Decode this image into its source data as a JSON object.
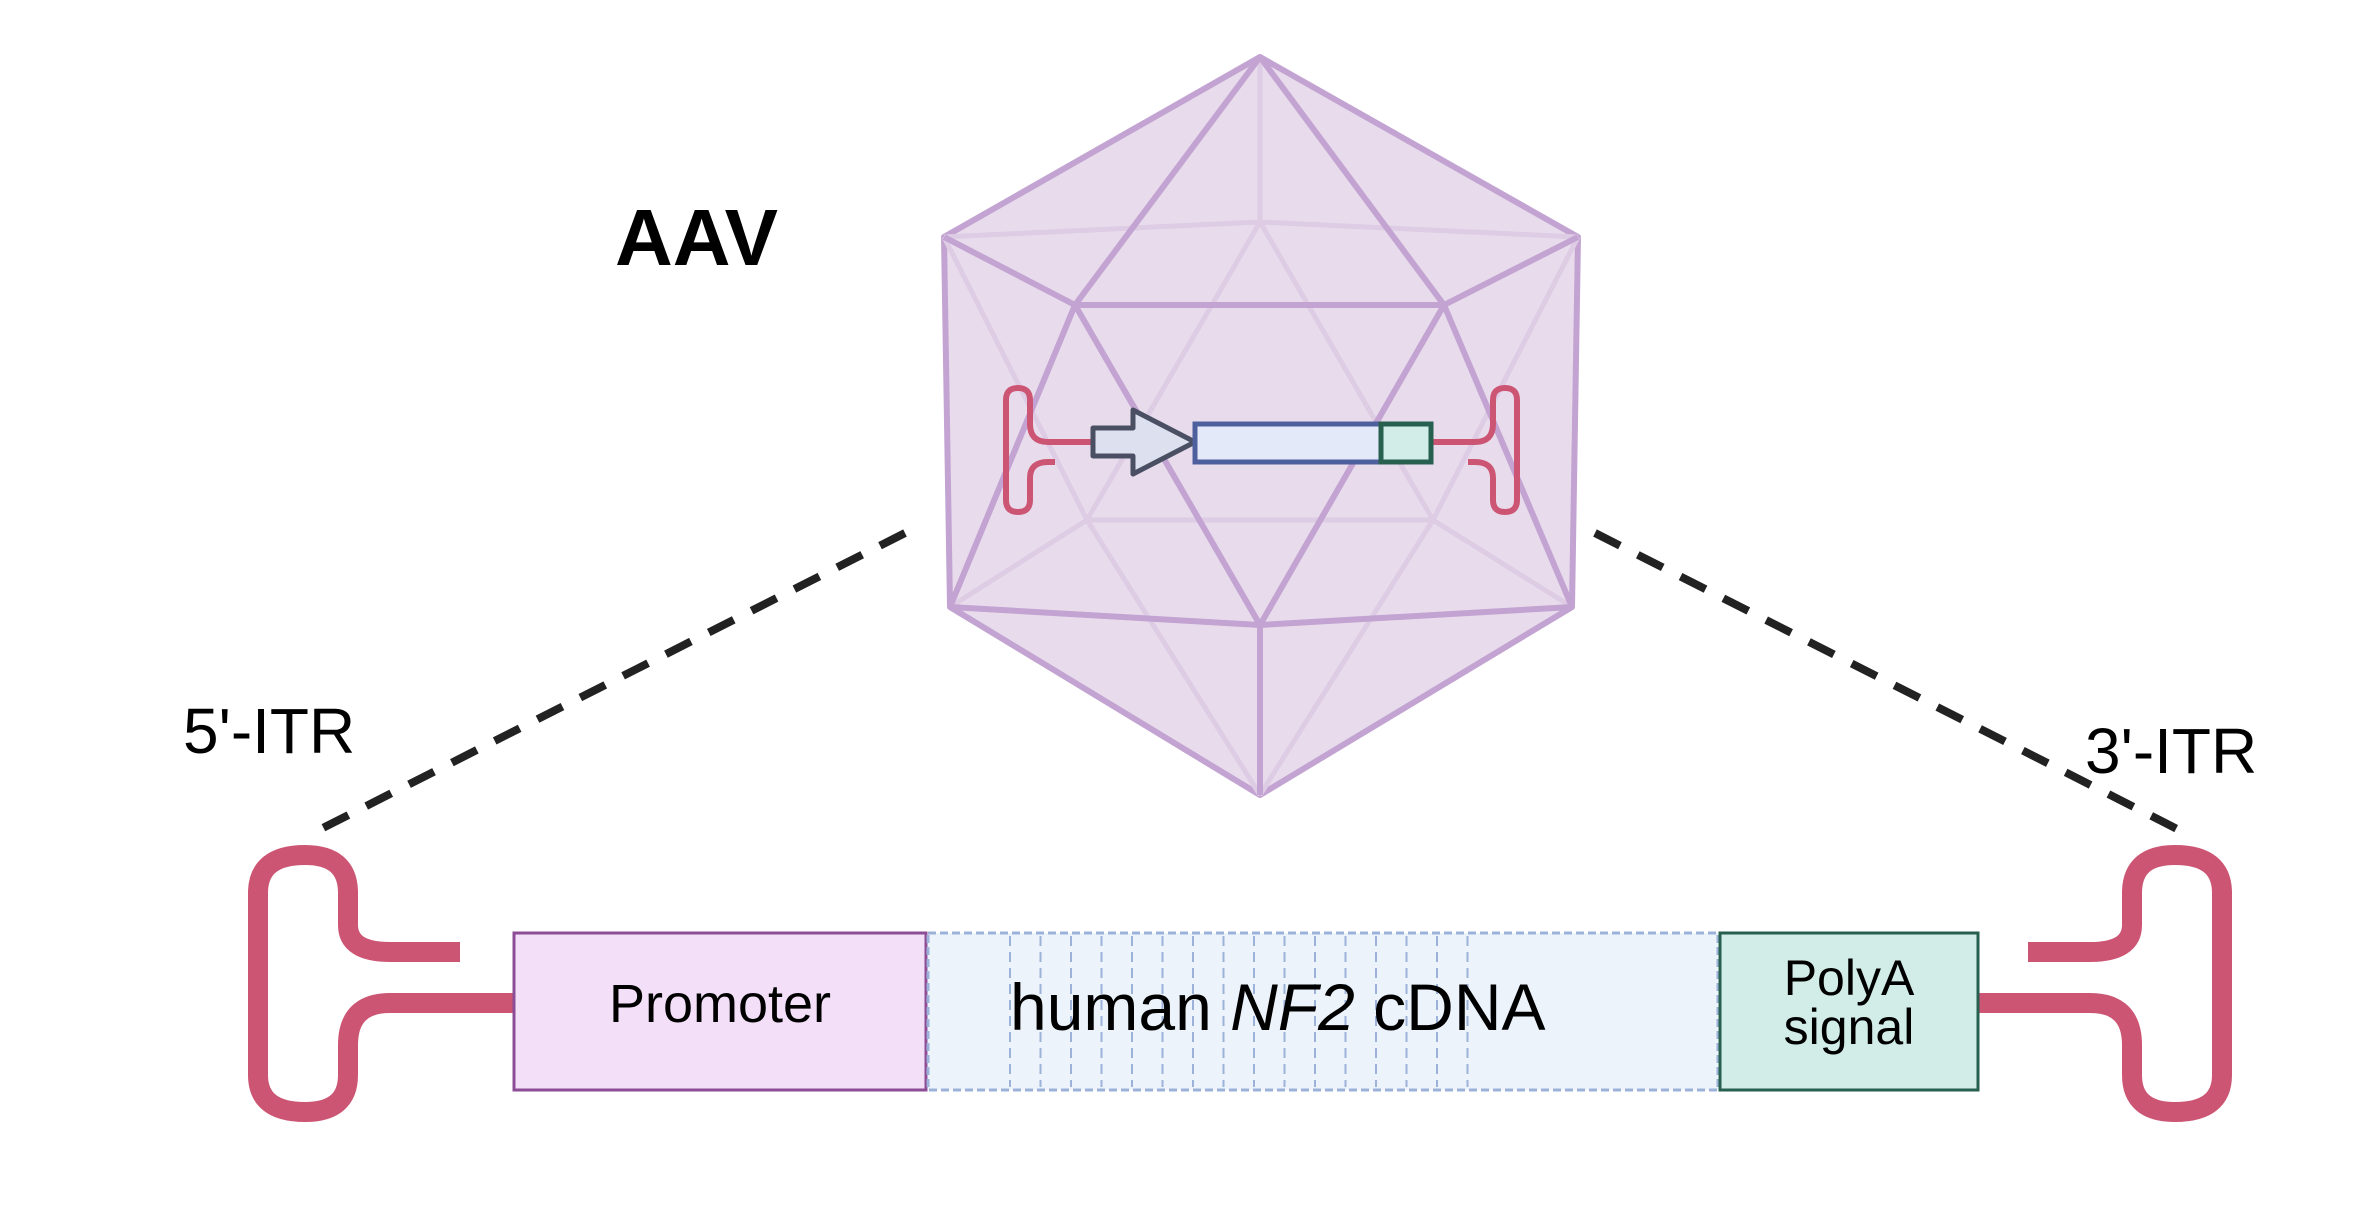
{
  "title": "AAV",
  "labels": {
    "itr5": "5'-ITR",
    "itr3": "3'-ITR"
  },
  "cassette": {
    "promoter": "Promoter",
    "cdna_prefix": "human ",
    "cdna_gene": "NF2",
    "cdna_suffix": " cDNA",
    "polya_line1": "PolyA",
    "polya_line2": "signal"
  },
  "colors": {
    "capsid_fill": "#e8dcec",
    "capsid_edge": "#c3a3d2",
    "itr": "#cd5574",
    "promoter_fill": "#f3dff8",
    "promoter_edge": "#8c4c96",
    "cdna_fill": "#ecf3fb",
    "cdna_edge": "#9db2d8",
    "polya_fill": "#d2ece8",
    "polya_edge": "#27604f",
    "mini_arrow_fill": "#dde0ee",
    "mini_arrow_edge": "#4a4f63",
    "mini_gene_fill": "#e3e9f8",
    "mini_gene_edge": "#4e5f9e",
    "dash": "#222222"
  }
}
